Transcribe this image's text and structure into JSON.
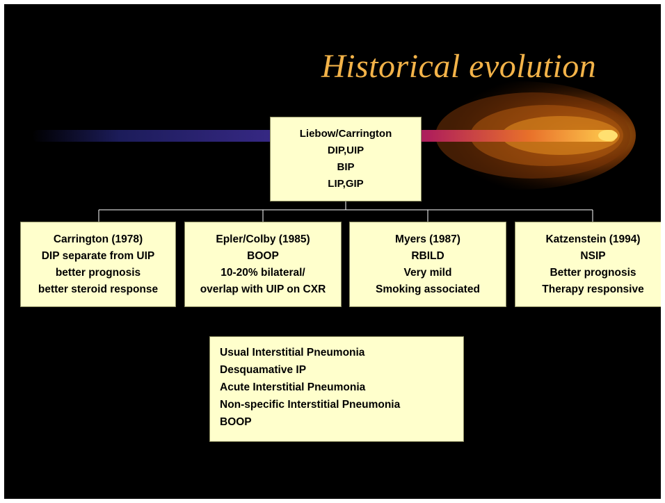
{
  "title": "Historical evolution",
  "colors": {
    "background": "#000000",
    "title": "#f3b349",
    "box_fill": "#ffffcc",
    "beam_left": "#2a2a7a",
    "beam_mid": "#b0205a",
    "beam_right": "#ffc040"
  },
  "root": {
    "lines": [
      "Liebow/Carrington",
      "DIP,UIP",
      "BIP",
      "LIP,GIP"
    ]
  },
  "children": [
    {
      "lines": [
        "Carrington (1978)",
        "DIP separate from UIP",
        "better prognosis",
        "better steroid response"
      ]
    },
    {
      "lines": [
        "Epler/Colby (1985)",
        "BOOP",
        "10-20% bilateral/",
        "overlap with UIP on CXR"
      ]
    },
    {
      "lines": [
        "Myers (1987)",
        "RBILD",
        "Very mild",
        "Smoking associated"
      ]
    },
    {
      "lines": [
        "Katzenstein (1994)",
        "NSIP",
        "Better prognosis",
        "Therapy responsive"
      ]
    }
  ],
  "legend": {
    "lines": [
      "Usual Interstitial Pneumonia",
      "Desquamative IP",
      "Acute Interstitial Pneumonia",
      "Non-specific Interstitial Pneumonia",
      "BOOP"
    ]
  }
}
